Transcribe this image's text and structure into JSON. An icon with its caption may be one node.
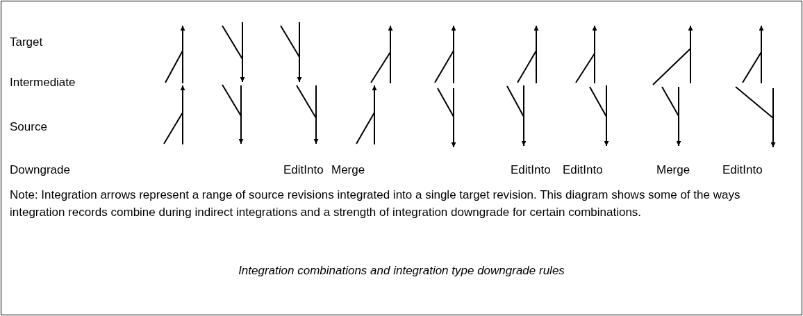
{
  "diagram": {
    "caption": "Integration combinations and integration type downgrade rules",
    "labels": [
      "Target",
      "Intermediate",
      "Source",
      "Downgrade",
      "EditInto",
      "Merge",
      "EditInto",
      "EditInto",
      "Merge",
      "EditInto",
      "Note: Integration arrows represent a range of source revisions integrated into a single target revision.  This diagram shows some of the ways integration records combine during indirect integrations and a strength of integration downgrade for certain combinations."
    ]
  }
}
